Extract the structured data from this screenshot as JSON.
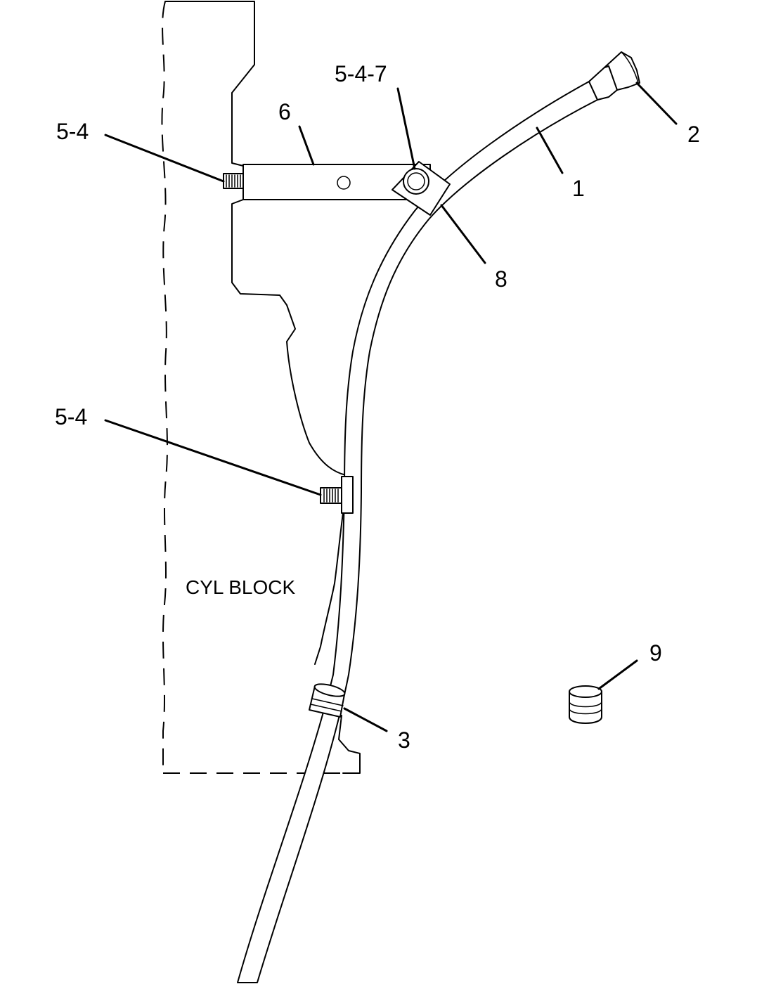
{
  "diagram": {
    "block_label": "CYL BLOCK",
    "callouts": [
      {
        "id": "callout-1",
        "text": "1"
      },
      {
        "id": "callout-2",
        "text": "2"
      },
      {
        "id": "callout-3",
        "text": "3"
      },
      {
        "id": "callout-5-4-upper",
        "text": "5-4"
      },
      {
        "id": "callout-5-4-lower",
        "text": "5-4"
      },
      {
        "id": "callout-5-4-7",
        "text": "5-4-7"
      },
      {
        "id": "callout-6",
        "text": "6"
      },
      {
        "id": "callout-8",
        "text": "8"
      },
      {
        "id": "callout-9",
        "text": "9"
      }
    ]
  }
}
